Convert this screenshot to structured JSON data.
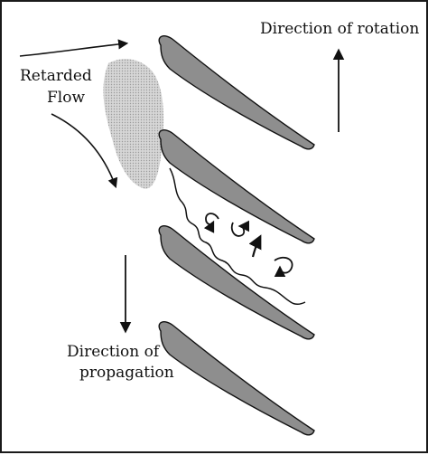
{
  "labels": {
    "direction_of_rotation": "Direction of rotation",
    "retarded_flow_line1": "Retarded",
    "retarded_flow_line2": "Flow",
    "direction_of_propagation_line1": "Direction of",
    "direction_of_propagation_line2": "propagation"
  },
  "colors": {
    "blade_fill": "#8e8e8e",
    "blade_stroke": "#111111",
    "stall_cell": "#c7c7c7",
    "line": "#111111",
    "frame": "#1a1a1a"
  },
  "icons": {
    "stall_cell": "dotted-gray-blob",
    "vortices": "curved-arrows"
  }
}
